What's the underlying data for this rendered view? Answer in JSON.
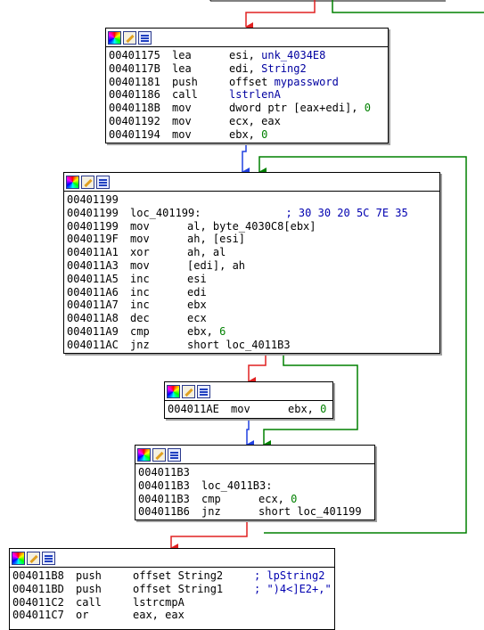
{
  "nodes": {
    "n1": {
      "lines": [
        {
          "addr": "00401175",
          "mn": "lea",
          "op": "esi, ",
          "ops": "unk_4034E8",
          "opn": ""
        },
        {
          "addr": "0040117B",
          "mn": "lea",
          "op": "edi, ",
          "ops": "String2",
          "opn": ""
        },
        {
          "addr": "00401181",
          "mn": "push",
          "op": "offset ",
          "ops": "mypassword",
          "opn": ""
        },
        {
          "addr": "00401186",
          "mn": "call",
          "op": "",
          "ops": "lstrlenA",
          "opn": ""
        },
        {
          "addr": "0040118B",
          "mn": "mov",
          "op": "dword ptr [eax+edi], ",
          "ops": "",
          "opn": "0"
        },
        {
          "addr": "00401192",
          "mn": "mov",
          "op": "ecx, eax",
          "ops": "",
          "opn": ""
        },
        {
          "addr": "00401194",
          "mn": "mov",
          "op": "ebx, ",
          "ops": "",
          "opn": "0"
        }
      ]
    },
    "n2": {
      "lines": [
        {
          "addr": "00401199",
          "mn": "",
          "op": "",
          "cmt": ""
        },
        {
          "addr": "00401199",
          "mn": "loc_401199:",
          "op": "",
          "cmt": "; 30 30 20 5C 7E 35"
        },
        {
          "addr": "00401199",
          "mn": "mov",
          "op": "al, byte_4030C8[ebx]",
          "cmt": ""
        },
        {
          "addr": "0040119F",
          "mn": "mov",
          "op": "ah, [esi]",
          "cmt": ""
        },
        {
          "addr": "004011A1",
          "mn": "xor",
          "op": "ah, al",
          "cmt": ""
        },
        {
          "addr": "004011A3",
          "mn": "mov",
          "op": "[edi], ah",
          "cmt": ""
        },
        {
          "addr": "004011A5",
          "mn": "inc",
          "op": "esi",
          "cmt": ""
        },
        {
          "addr": "004011A6",
          "mn": "inc",
          "op": "edi",
          "cmt": ""
        },
        {
          "addr": "004011A7",
          "mn": "inc",
          "op": "ebx",
          "cmt": ""
        },
        {
          "addr": "004011A8",
          "mn": "dec",
          "op": "ecx",
          "cmt": ""
        },
        {
          "addr": "004011A9",
          "mn": "cmp",
          "op": "ebx, ",
          "opn": "6",
          "cmt": ""
        },
        {
          "addr": "004011AC",
          "mn": "jnz",
          "op": "short loc_4011B3",
          "cmt": ""
        }
      ]
    },
    "n3": {
      "lines": [
        {
          "addr": "004011AE",
          "mn": "mov",
          "op": "ebx, ",
          "opn": "0"
        }
      ]
    },
    "n4": {
      "lines": [
        {
          "addr": "004011B3",
          "mn": "",
          "op": ""
        },
        {
          "addr": "004011B3",
          "mn": "loc_4011B3:",
          "op": ""
        },
        {
          "addr": "004011B3",
          "mn": "cmp",
          "op": "ecx, ",
          "opn": "0"
        },
        {
          "addr": "004011B6",
          "mn": "jnz",
          "op": "short loc_401199"
        }
      ]
    },
    "n5": {
      "lines": [
        {
          "addr": "004011B8",
          "mn": "push",
          "op": "offset String2",
          "cmt": "; lpString2"
        },
        {
          "addr": "004011BD",
          "mn": "push",
          "op": "offset String1",
          "cmt": "; \")4<]E2+,\""
        },
        {
          "addr": "004011C2",
          "mn": "call",
          "op": "lstrcmpA",
          "cmt": ""
        },
        {
          "addr": "004011C7",
          "mn": "or",
          "op": "eax, eax",
          "cmt": ""
        }
      ]
    }
  },
  "colors": {
    "flow_red": "#e02020",
    "flow_green": "#008000",
    "flow_blue": "#2040e0",
    "operand_number": "#008000",
    "comment": "#0000b0"
  }
}
